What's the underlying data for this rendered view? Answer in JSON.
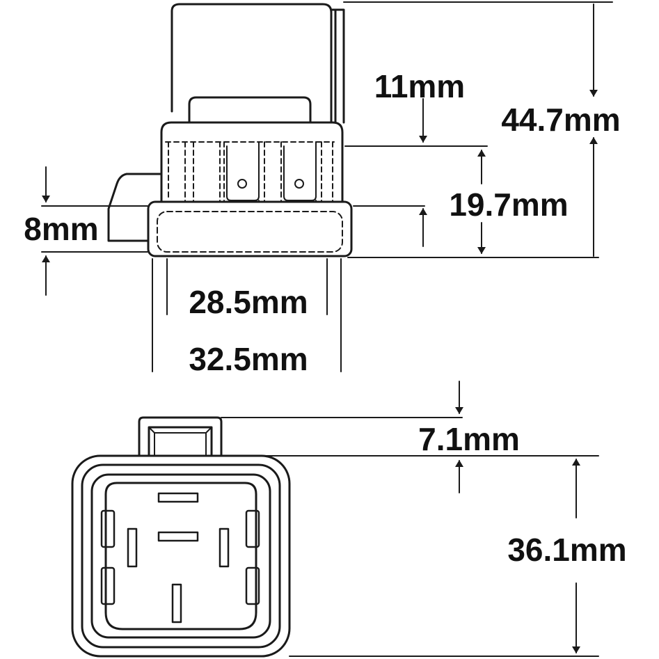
{
  "colors": {
    "ink": "#1a1a1a",
    "background": "#ffffff"
  },
  "side_view": {
    "dimensions": {
      "total_height": "44.7mm",
      "upper_section_height": "11mm",
      "lower_section_height": "19.7mm",
      "flange_height": "8mm",
      "inner_width": "28.5mm",
      "outer_width": "32.5mm"
    }
  },
  "front_view": {
    "dimensions": {
      "latch_height": "7.1mm",
      "body_height": "36.1mm"
    }
  }
}
